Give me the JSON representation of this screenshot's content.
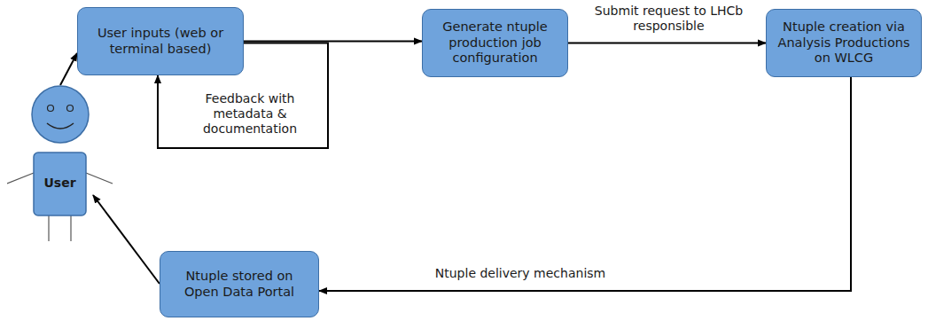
{
  "diagram": {
    "nodes": [
      {
        "text": [
          "User"
        ]
      },
      {
        "text": [
          "User inputs (web or terminal based)"
        ]
      },
      {
        "text": [
          "Generate ntuple production job configuration"
        ]
      },
      {
        "text": [
          "Ntuple creation via Analysis Productions on WLCG"
        ]
      },
      {
        "text": [
          "Ntuple stored on Open Data Portal"
        ]
      }
    ],
    "edges": [
      {
        "from": 0,
        "to": 1,
        "arrow": "to"
      },
      {
        "from": 1,
        "to": 2,
        "arrow": "to"
      },
      {
        "from": 2,
        "to": 1,
        "label": "Feedback with metadata & documentation",
        "arrow": "to"
      },
      {
        "from": 2,
        "to": 3,
        "label": "Submit request to LHCb responsible",
        "arrow": "to"
      },
      {
        "from": 3,
        "to": 4,
        "label": "Ntuple delivery mechanism",
        "arrow": "to"
      },
      {
        "from": 4,
        "to": 0,
        "arrow": "to"
      }
    ]
  }
}
